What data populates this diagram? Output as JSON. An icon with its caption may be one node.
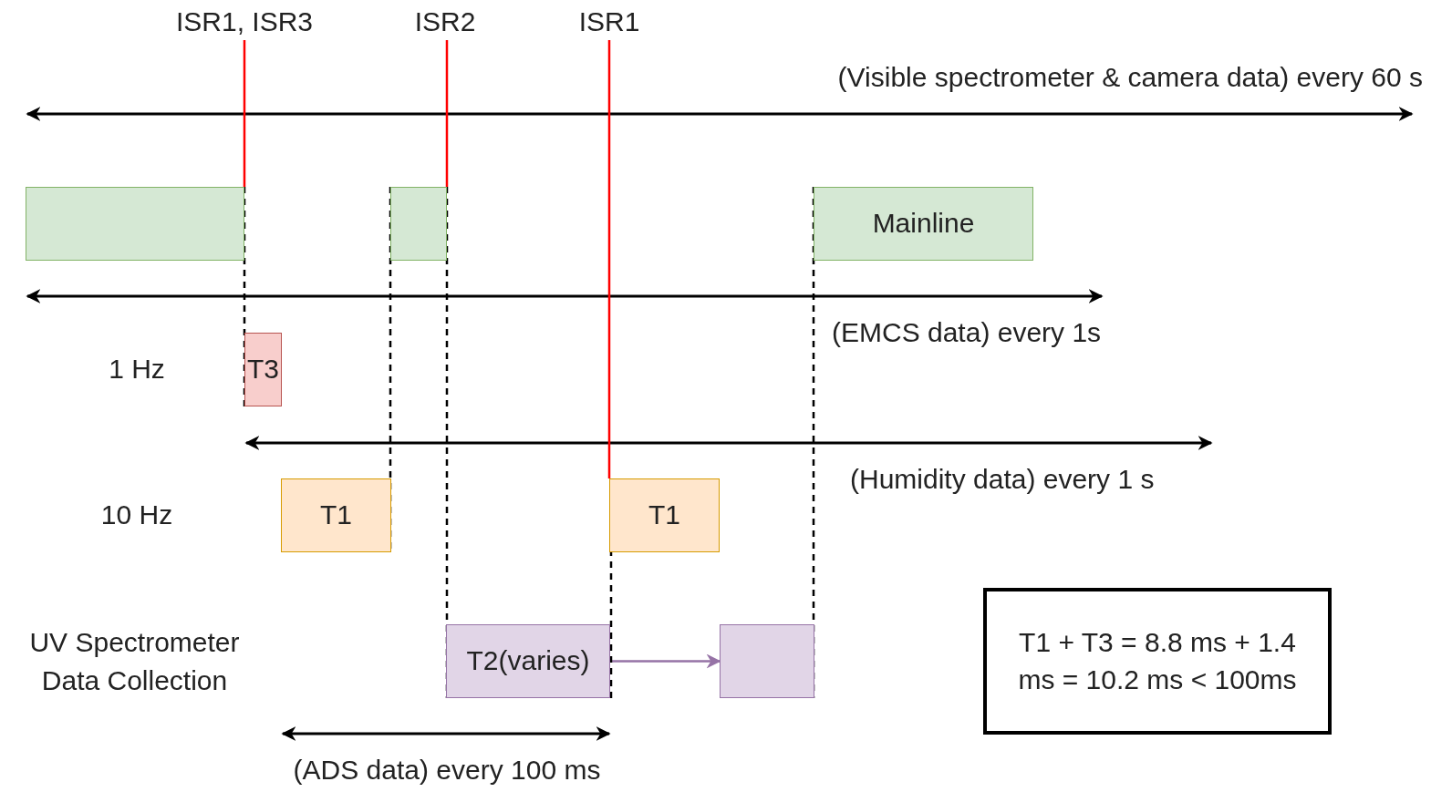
{
  "diagram": {
    "nodes": [
      {
        "text": [],
        "shape": "box"
      },
      {
        "text": [],
        "shape": "box"
      },
      {
        "text": [
          "Mainline"
        ]
      },
      {
        "text": [
          "T3"
        ]
      },
      {
        "text": [
          "T1"
        ]
      },
      {
        "text": [
          "T1"
        ]
      },
      {
        "text": [
          "T2(varies)"
        ]
      },
      {
        "text": [],
        "shape": "box"
      },
      {
        "text": [
          "T1 + T3 = 8.8 ms + 1.4 ms = 10.2 ms < 100ms"
        ]
      },
      {
        "text": [
          "ISR1, ISR3"
        ]
      },
      {
        "text": [
          "ISR2"
        ]
      },
      {
        "text": [
          "ISR1"
        ]
      }
    ],
    "edges": [
      {
        "from": 9,
        "to": 0,
        "arrow": "none",
        "color": "#ff0000"
      },
      {
        "from": 10,
        "to": 1,
        "arrow": "none",
        "color": "#ff0000"
      },
      {
        "from": 11,
        "to": 5,
        "arrow": "none",
        "color": "#ff0000"
      },
      {
        "from": 6,
        "to": 7,
        "arrow": "to",
        "color": "#9673a6"
      },
      {
        "from": 0,
        "to": 3,
        "arrow": "none",
        "style": "dashed"
      },
      {
        "from": 1,
        "to": 4,
        "arrow": "none",
        "style": "dashed"
      },
      {
        "from": 1,
        "to": 6,
        "arrow": "none",
        "style": "dashed"
      },
      {
        "from": 5,
        "to": 6,
        "arrow": "none",
        "style": "dashed"
      },
      {
        "from": 2,
        "to": 7,
        "arrow": "none",
        "style": "dashed"
      }
    ],
    "labels": [
      "(Visible spectrometer & camera data) every 60 s",
      "(EMCS data) every 1s",
      "1 Hz",
      "(Humidity data) every 1 s",
      "10 Hz",
      "UV Spectrometer Data Collection",
      "(ADS data) every 100 ms"
    ]
  }
}
